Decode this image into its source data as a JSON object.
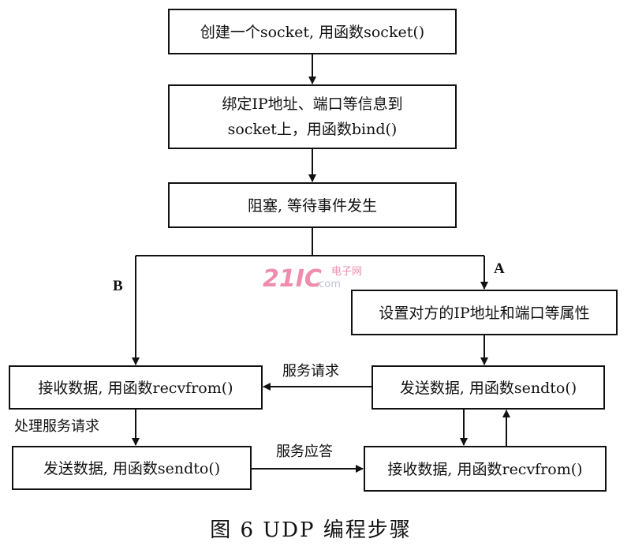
{
  "nodes": {
    "create_socket": "创建一个socket, 用函数socket()",
    "bind_line1": "绑定IP地址、端口等信息到",
    "bind_line2": "socket上，用函数bind()",
    "block_wait": "阻塞, 等待事件发生",
    "set_peer": "设置对方的IP地址和端口等属性",
    "server_recv": "接收数据, 用函数recvfrom()",
    "client_send": "发送数据, 用函数sendto()",
    "server_send": "发送数据, 用函数sendto()",
    "client_recv": "接收数据, 用函数recvfrom()"
  },
  "branches": {
    "a": "A",
    "b": "B"
  },
  "edge_labels": {
    "service_request": "服务请求",
    "handle_request": "处理服务请求",
    "service_response": "服务应答"
  },
  "watermark": {
    "big": "21IC",
    "small": "电子网",
    "domain": ".com",
    "color": "#e0306a",
    "domain_color": "#8a8fa8"
  },
  "caption": "图 6   UDP 编程步骤"
}
